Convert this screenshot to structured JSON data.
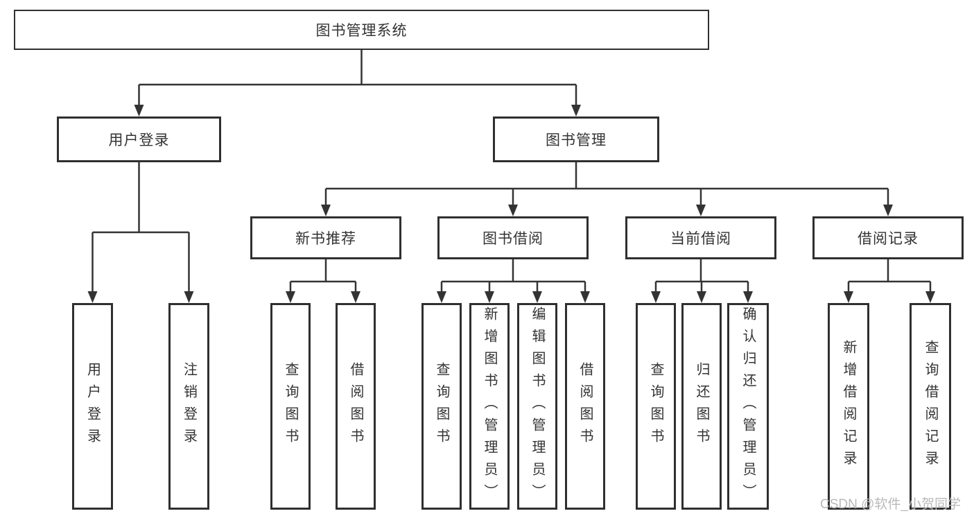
{
  "colors": {
    "line": "#333333",
    "box_border": "#2f2f2f",
    "text": "#333333",
    "background": "#ffffff",
    "watermark": "#b9b9b9"
  },
  "watermark": "CSDN @软件_小贺同学",
  "nodes": [
    {
      "id": "root",
      "label": "图书管理系统",
      "parent": null,
      "orientation": "horizontal"
    },
    {
      "id": "user-login",
      "label": "用户登录",
      "parent": "root",
      "orientation": "horizontal"
    },
    {
      "id": "book-mgmt",
      "label": "图书管理",
      "parent": "root",
      "orientation": "horizontal"
    },
    {
      "id": "new-book-rec",
      "label": "新书推荐",
      "parent": "book-mgmt",
      "orientation": "horizontal"
    },
    {
      "id": "book-borrow",
      "label": "图书借阅",
      "parent": "book-mgmt",
      "orientation": "horizontal"
    },
    {
      "id": "current-borrow",
      "label": "当前借阅",
      "parent": "book-mgmt",
      "orientation": "horizontal"
    },
    {
      "id": "borrow-records",
      "label": "借阅记录",
      "parent": "book-mgmt",
      "orientation": "horizontal"
    },
    {
      "id": "user-login-leaf",
      "label": "用户登录",
      "parent": "user-login",
      "orientation": "vertical"
    },
    {
      "id": "logout",
      "label": "注销登录",
      "parent": "user-login",
      "orientation": "vertical"
    },
    {
      "id": "query-books-1",
      "label": "查询图书",
      "parent": "new-book-rec",
      "orientation": "vertical"
    },
    {
      "id": "borrow-books-1",
      "label": "借阅图书",
      "parent": "new-book-rec",
      "orientation": "vertical"
    },
    {
      "id": "query-books-2",
      "label": "查询图书",
      "parent": "book-borrow",
      "orientation": "vertical"
    },
    {
      "id": "add-books",
      "label": "新增图书（管理员）",
      "parent": "book-borrow",
      "orientation": "vertical"
    },
    {
      "id": "edit-books",
      "label": "编辑图书（管理员）",
      "parent": "book-borrow",
      "orientation": "vertical"
    },
    {
      "id": "borrow-books-2",
      "label": "借阅图书",
      "parent": "book-borrow",
      "orientation": "vertical"
    },
    {
      "id": "query-books-3",
      "label": "查询图书",
      "parent": "current-borrow",
      "orientation": "vertical"
    },
    {
      "id": "return-books",
      "label": "归还图书",
      "parent": "current-borrow",
      "orientation": "vertical"
    },
    {
      "id": "confirm-return",
      "label": "确认归还（管理员）",
      "parent": "current-borrow",
      "orientation": "vertical"
    },
    {
      "id": "add-borrow-record",
      "label": "新增借阅记录",
      "parent": "borrow-records",
      "orientation": "vertical"
    },
    {
      "id": "query-borrow-record",
      "label": "查询借阅记录",
      "parent": "borrow-records",
      "orientation": "vertical"
    }
  ]
}
